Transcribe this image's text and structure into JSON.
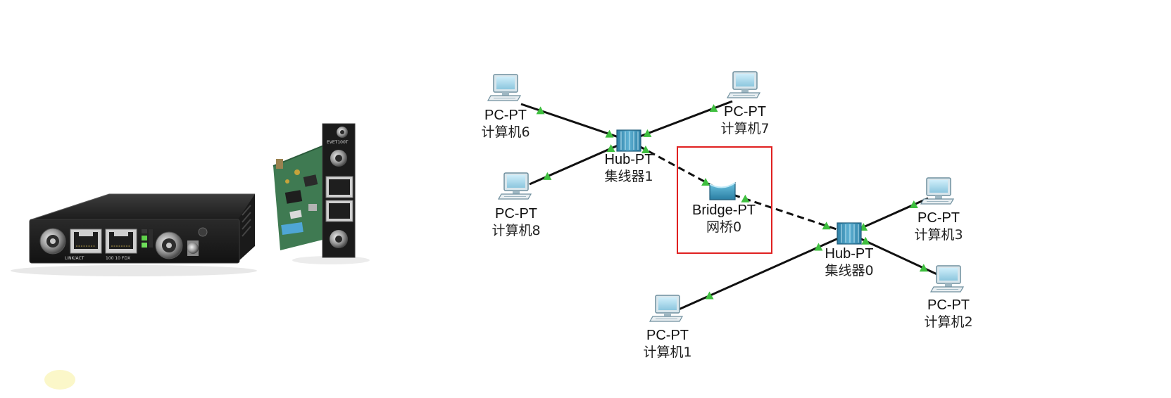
{
  "devices": {
    "left_label": "",
    "card_label": "EVET100T"
  },
  "topology": {
    "nodes": [
      {
        "id": "pc6",
        "kind": "pc",
        "type": "PC-PT",
        "name": "计算机6"
      },
      {
        "id": "pc7",
        "kind": "pc",
        "type": "PC-PT",
        "name": "计算机7"
      },
      {
        "id": "pc8",
        "kind": "pc",
        "type": "PC-PT",
        "name": "计算机8"
      },
      {
        "id": "hub1",
        "kind": "hub",
        "type": "Hub-PT",
        "name": "集线器1"
      },
      {
        "id": "bridge0",
        "kind": "bridge",
        "type": "Bridge-PT",
        "name": "网桥0",
        "highlighted": true
      },
      {
        "id": "hub0",
        "kind": "hub",
        "type": "Hub-PT",
        "name": "集线器0"
      },
      {
        "id": "pc3",
        "kind": "pc",
        "type": "PC-PT",
        "name": "计算机3"
      },
      {
        "id": "pc2",
        "kind": "pc",
        "type": "PC-PT",
        "name": "计算机2"
      },
      {
        "id": "pc1",
        "kind": "pc",
        "type": "PC-PT",
        "name": "计算机1"
      }
    ],
    "links": [
      {
        "from": "pc6",
        "to": "hub1",
        "style": "solid"
      },
      {
        "from": "pc7",
        "to": "hub1",
        "style": "solid"
      },
      {
        "from": "pc8",
        "to": "hub1",
        "style": "solid"
      },
      {
        "from": "hub1",
        "to": "bridge0",
        "style": "dashed"
      },
      {
        "from": "bridge0",
        "to": "hub0",
        "style": "dashed"
      },
      {
        "from": "pc3",
        "to": "hub0",
        "style": "solid"
      },
      {
        "from": "pc2",
        "to": "hub0",
        "style": "solid"
      },
      {
        "from": "pc1",
        "to": "hub0",
        "style": "solid"
      }
    ],
    "colors": {
      "link": "#111111",
      "link_status": "#3fbf3f",
      "highlight_box": "#e02020",
      "device_blue": "#3a8fb5"
    }
  }
}
